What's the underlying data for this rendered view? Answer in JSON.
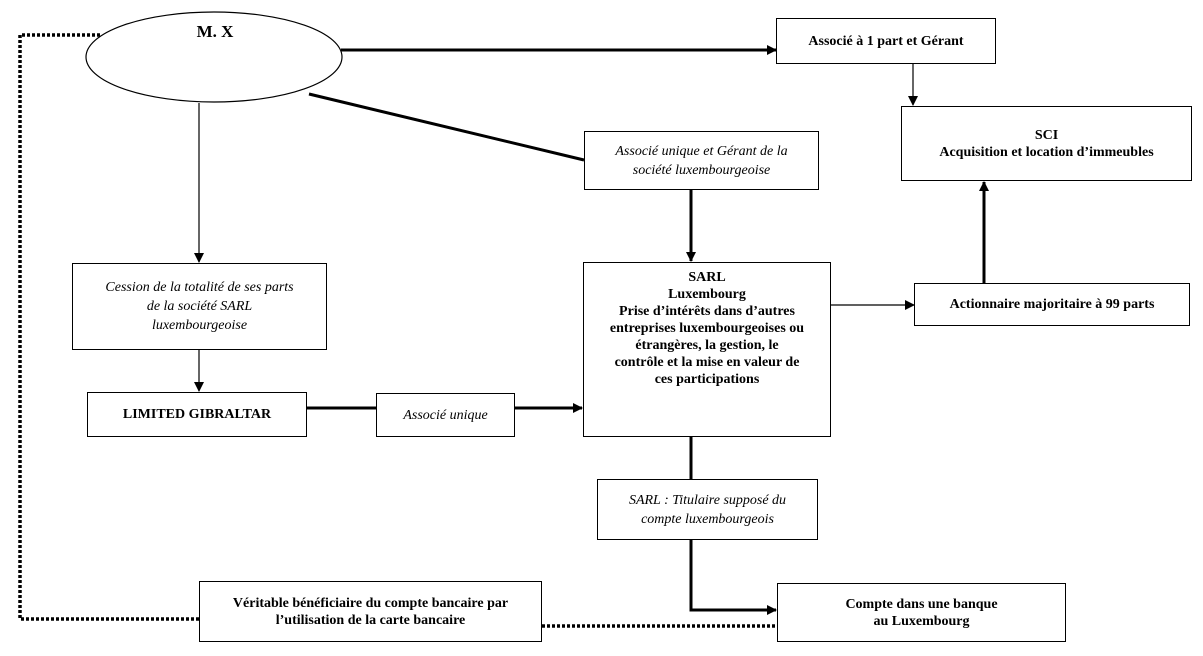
{
  "nodes": {
    "mx": "M. X",
    "associe_gerant": "Associé à 1 part et Gérant",
    "sci": [
      "SCI",
      "Acquisition et location d’immeubles"
    ],
    "associe_unique_lux": [
      "Associé unique et Gérant de la",
      "société luxembourgeoise"
    ],
    "cession": [
      "Cession de la totalité de ses parts",
      "de la société SARL",
      "luxembourgeoise"
    ],
    "sarl": [
      "SARL",
      "Luxembourg",
      "Prise d’intérêts dans d’autres",
      "entreprises luxembourgeoises ou",
      "étrangères, la gestion, le",
      "contrôle et la mise en valeur de",
      "ces participations"
    ],
    "actionnaire": "Actionnaire majoritaire à 99 parts",
    "limited": "LIMITED GIBRALTAR",
    "associe_unique": "Associé unique",
    "titulaire": [
      "SARL : Titulaire supposé du",
      "compte luxembourgeois"
    ],
    "beneficiaire": [
      "Véritable bénéficiaire du compte bancaire par",
      "l’utilisation de la carte bancaire"
    ],
    "compte": [
      "Compte dans une banque",
      "au Luxembourg"
    ]
  }
}
